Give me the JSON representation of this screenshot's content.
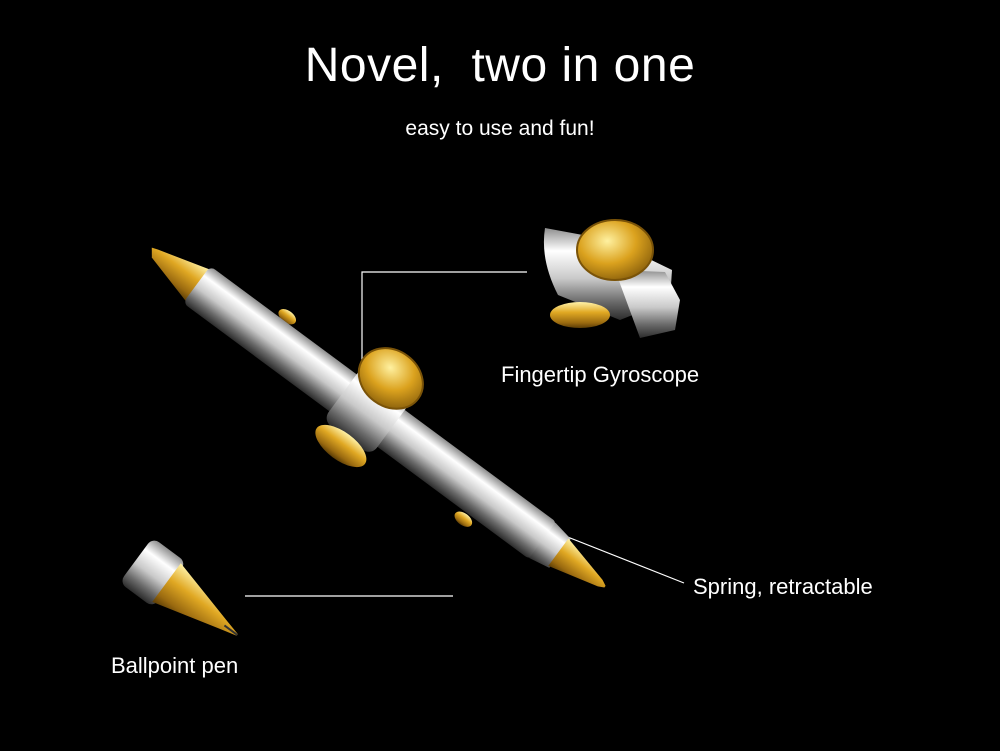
{
  "header": {
    "title": "Novel,  two in one",
    "subtitle": "easy to use and fun!"
  },
  "labels": {
    "gyroscope": "Fingertip Gyroscope",
    "spring": "Spring, retractable",
    "ballpoint": "Ballpoint pen"
  },
  "colors": {
    "background": "#000000",
    "text": "#ffffff",
    "gold": "#d9a21e",
    "silver": "#d8d8d8"
  }
}
